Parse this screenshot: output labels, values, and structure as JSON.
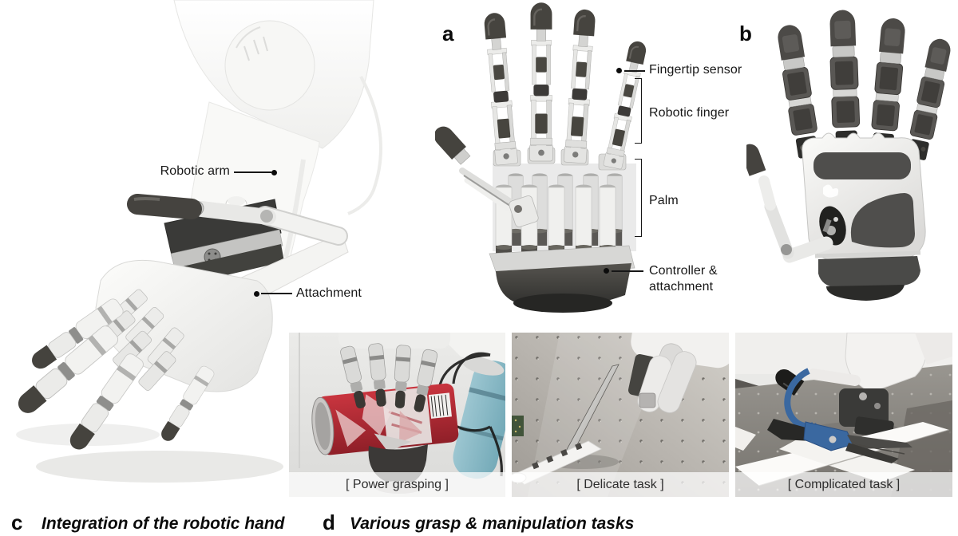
{
  "figure": {
    "panels": {
      "a": {
        "letter": "a",
        "labels": {
          "fingertip_sensor": "Fingertip sensor",
          "robotic_finger": "Robotic finger",
          "palm": "Palm",
          "controller_line1": "Controller &",
          "controller_line2": "attachment"
        }
      },
      "b": {
        "letter": "b"
      },
      "c": {
        "letter": "c",
        "caption": "Integration of the robotic hand",
        "labels": {
          "robotic_arm": "Robotic arm",
          "attachment": "Attachment"
        }
      },
      "d": {
        "letter": "d",
        "caption": "Various grasp & manipulation tasks",
        "photo_captions": [
          "[ Power grasping ]",
          "[ Delicate task ]",
          "[ Complicated task ]"
        ]
      }
    },
    "colors": {
      "background": "#ffffff",
      "annotation_text": "#171717",
      "caption_bar": "rgba(255,255,255,0.72)",
      "caption_text": "#2e2e2e",
      "fingertip_dark": "#46443f",
      "can_red": "#c2303c",
      "wrist_teal": "#8fc0cb",
      "scissors_blue": "#3a68a0",
      "optical_table_light": "#b9b5af",
      "optical_table_dark": "#807d78"
    }
  }
}
